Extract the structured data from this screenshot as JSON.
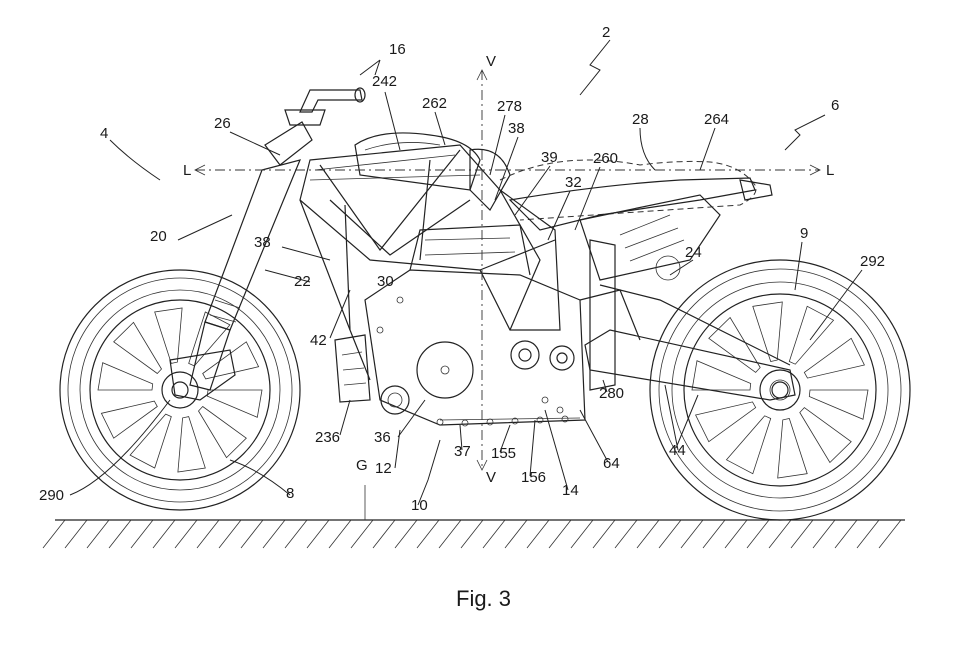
{
  "figure": {
    "caption": "Fig. 3",
    "reference_numerals": {
      "vehicle": "2",
      "front_part": "4",
      "rear_part": "6",
      "rear_wheel": "9",
      "engine": "10",
      "crankcase": "12",
      "gearbox": "14",
      "handlebar": "16",
      "steering_head": "20",
      "fork": "22",
      "swingarm_pivot": "24",
      "triple_clamp": "26",
      "seat": "28",
      "frame": "30",
      "bracket_32": "32",
      "cover": "36",
      "tube_upper": "38",
      "tube_lower": "38",
      "junction": "39",
      "front_frame": "42",
      "swingarm": "44",
      "element_64": "64",
      "front_wheel": "8",
      "engine_axis_mark": "37",
      "sprocket": "155",
      "chain": "156",
      "radiator": "236",
      "tank": "242",
      "tank_rear": "262",
      "subframe": "260",
      "tail": "264",
      "airbox": "278",
      "shock": "280",
      "front_hub": "290",
      "rear_hub": "292"
    },
    "axis_labels": {
      "vertical_top": "V",
      "vertical_bottom": "V",
      "longitudinal_left": "L",
      "longitudinal_right": "L",
      "ground": "G"
    }
  }
}
